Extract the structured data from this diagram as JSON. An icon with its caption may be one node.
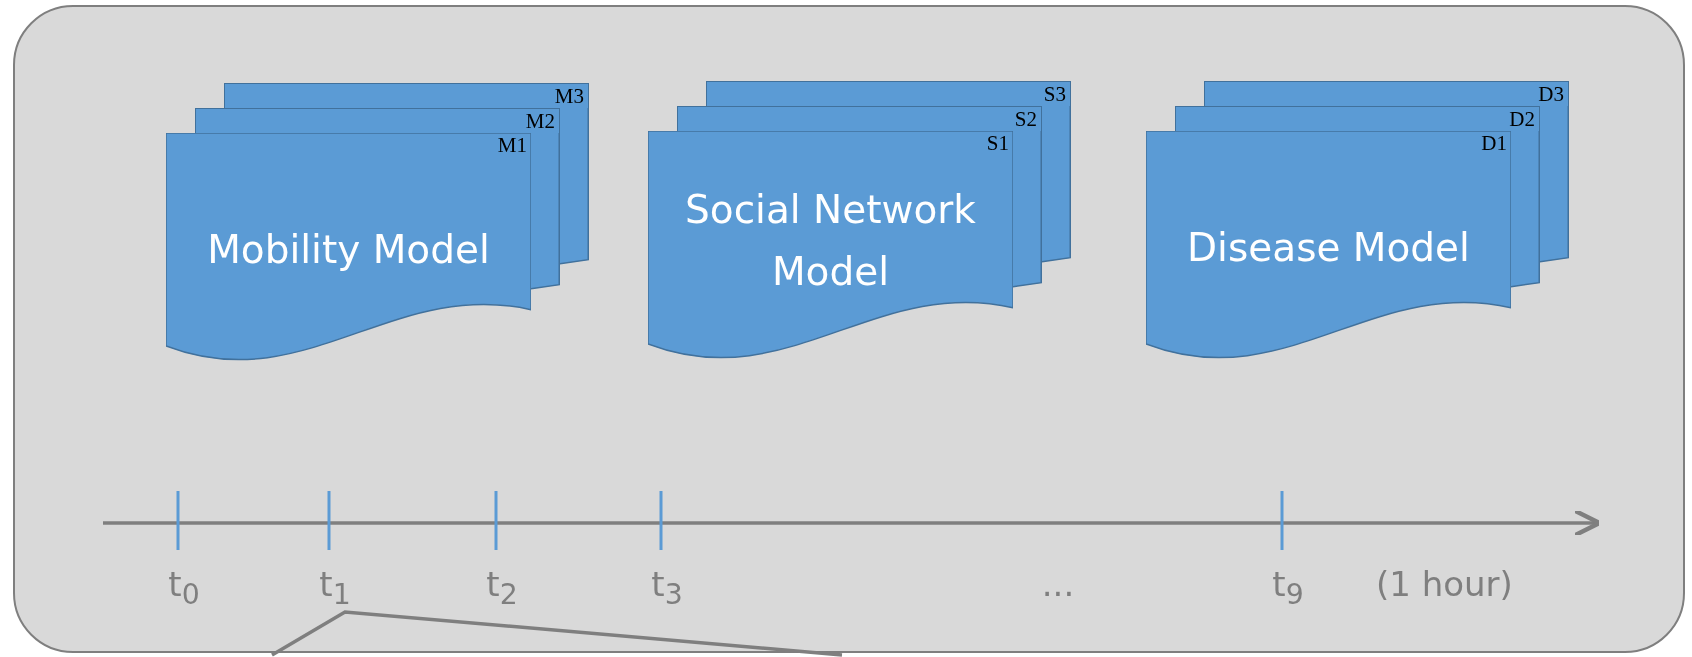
{
  "diagram": {
    "nodes": [
      {
        "text": [],
        "shape": "box"
      },
      {
        "text": [
          "M3"
        ],
        "in": 0
      },
      {
        "text": [
          "M2"
        ],
        "in": 0
      },
      {
        "text": [
          "Mobility Model",
          "M1"
        ],
        "in": 0
      },
      {
        "text": [
          "S3"
        ],
        "in": 0
      },
      {
        "text": [
          "S2"
        ],
        "in": 0
      },
      {
        "text": [
          "Social Network Model",
          "S1"
        ],
        "in": 0
      },
      {
        "text": [
          "D3"
        ],
        "in": 0
      },
      {
        "text": [
          "D2"
        ],
        "in": 0
      },
      {
        "text": [
          "Disease Model",
          "D1"
        ],
        "in": 0
      }
    ],
    "labels": [
      "t$_{0}$",
      "t$_{1}$",
      "t$_{2}$",
      "t$_{3}$",
      "...",
      "t$_{9}$",
      "(1 hour)"
    ]
  }
}
